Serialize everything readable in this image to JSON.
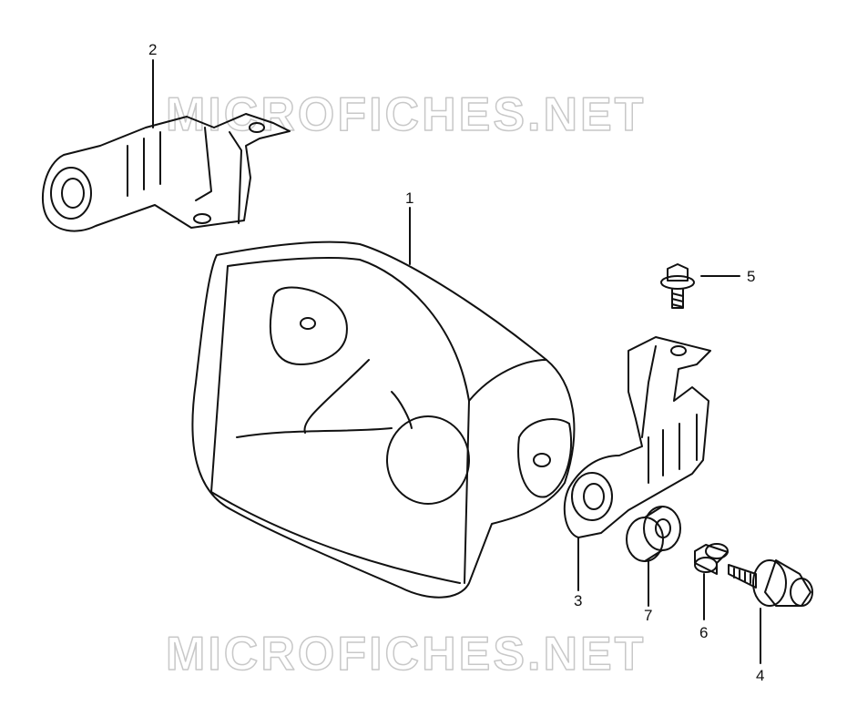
{
  "watermark": {
    "text": "MICROFICHES.NET",
    "color": "#c8c8c8"
  },
  "callouts": {
    "c1": "1",
    "c2": "2",
    "c3": "3",
    "c4": "4",
    "c5": "5",
    "c6": "6",
    "c7": "7"
  },
  "colors": {
    "line": "#111111",
    "background": "#ffffff"
  },
  "parts": [
    "headlight-housing",
    "upper-left-bracket",
    "lower-right-bracket",
    "bolt",
    "screw",
    "collar",
    "grommet"
  ]
}
